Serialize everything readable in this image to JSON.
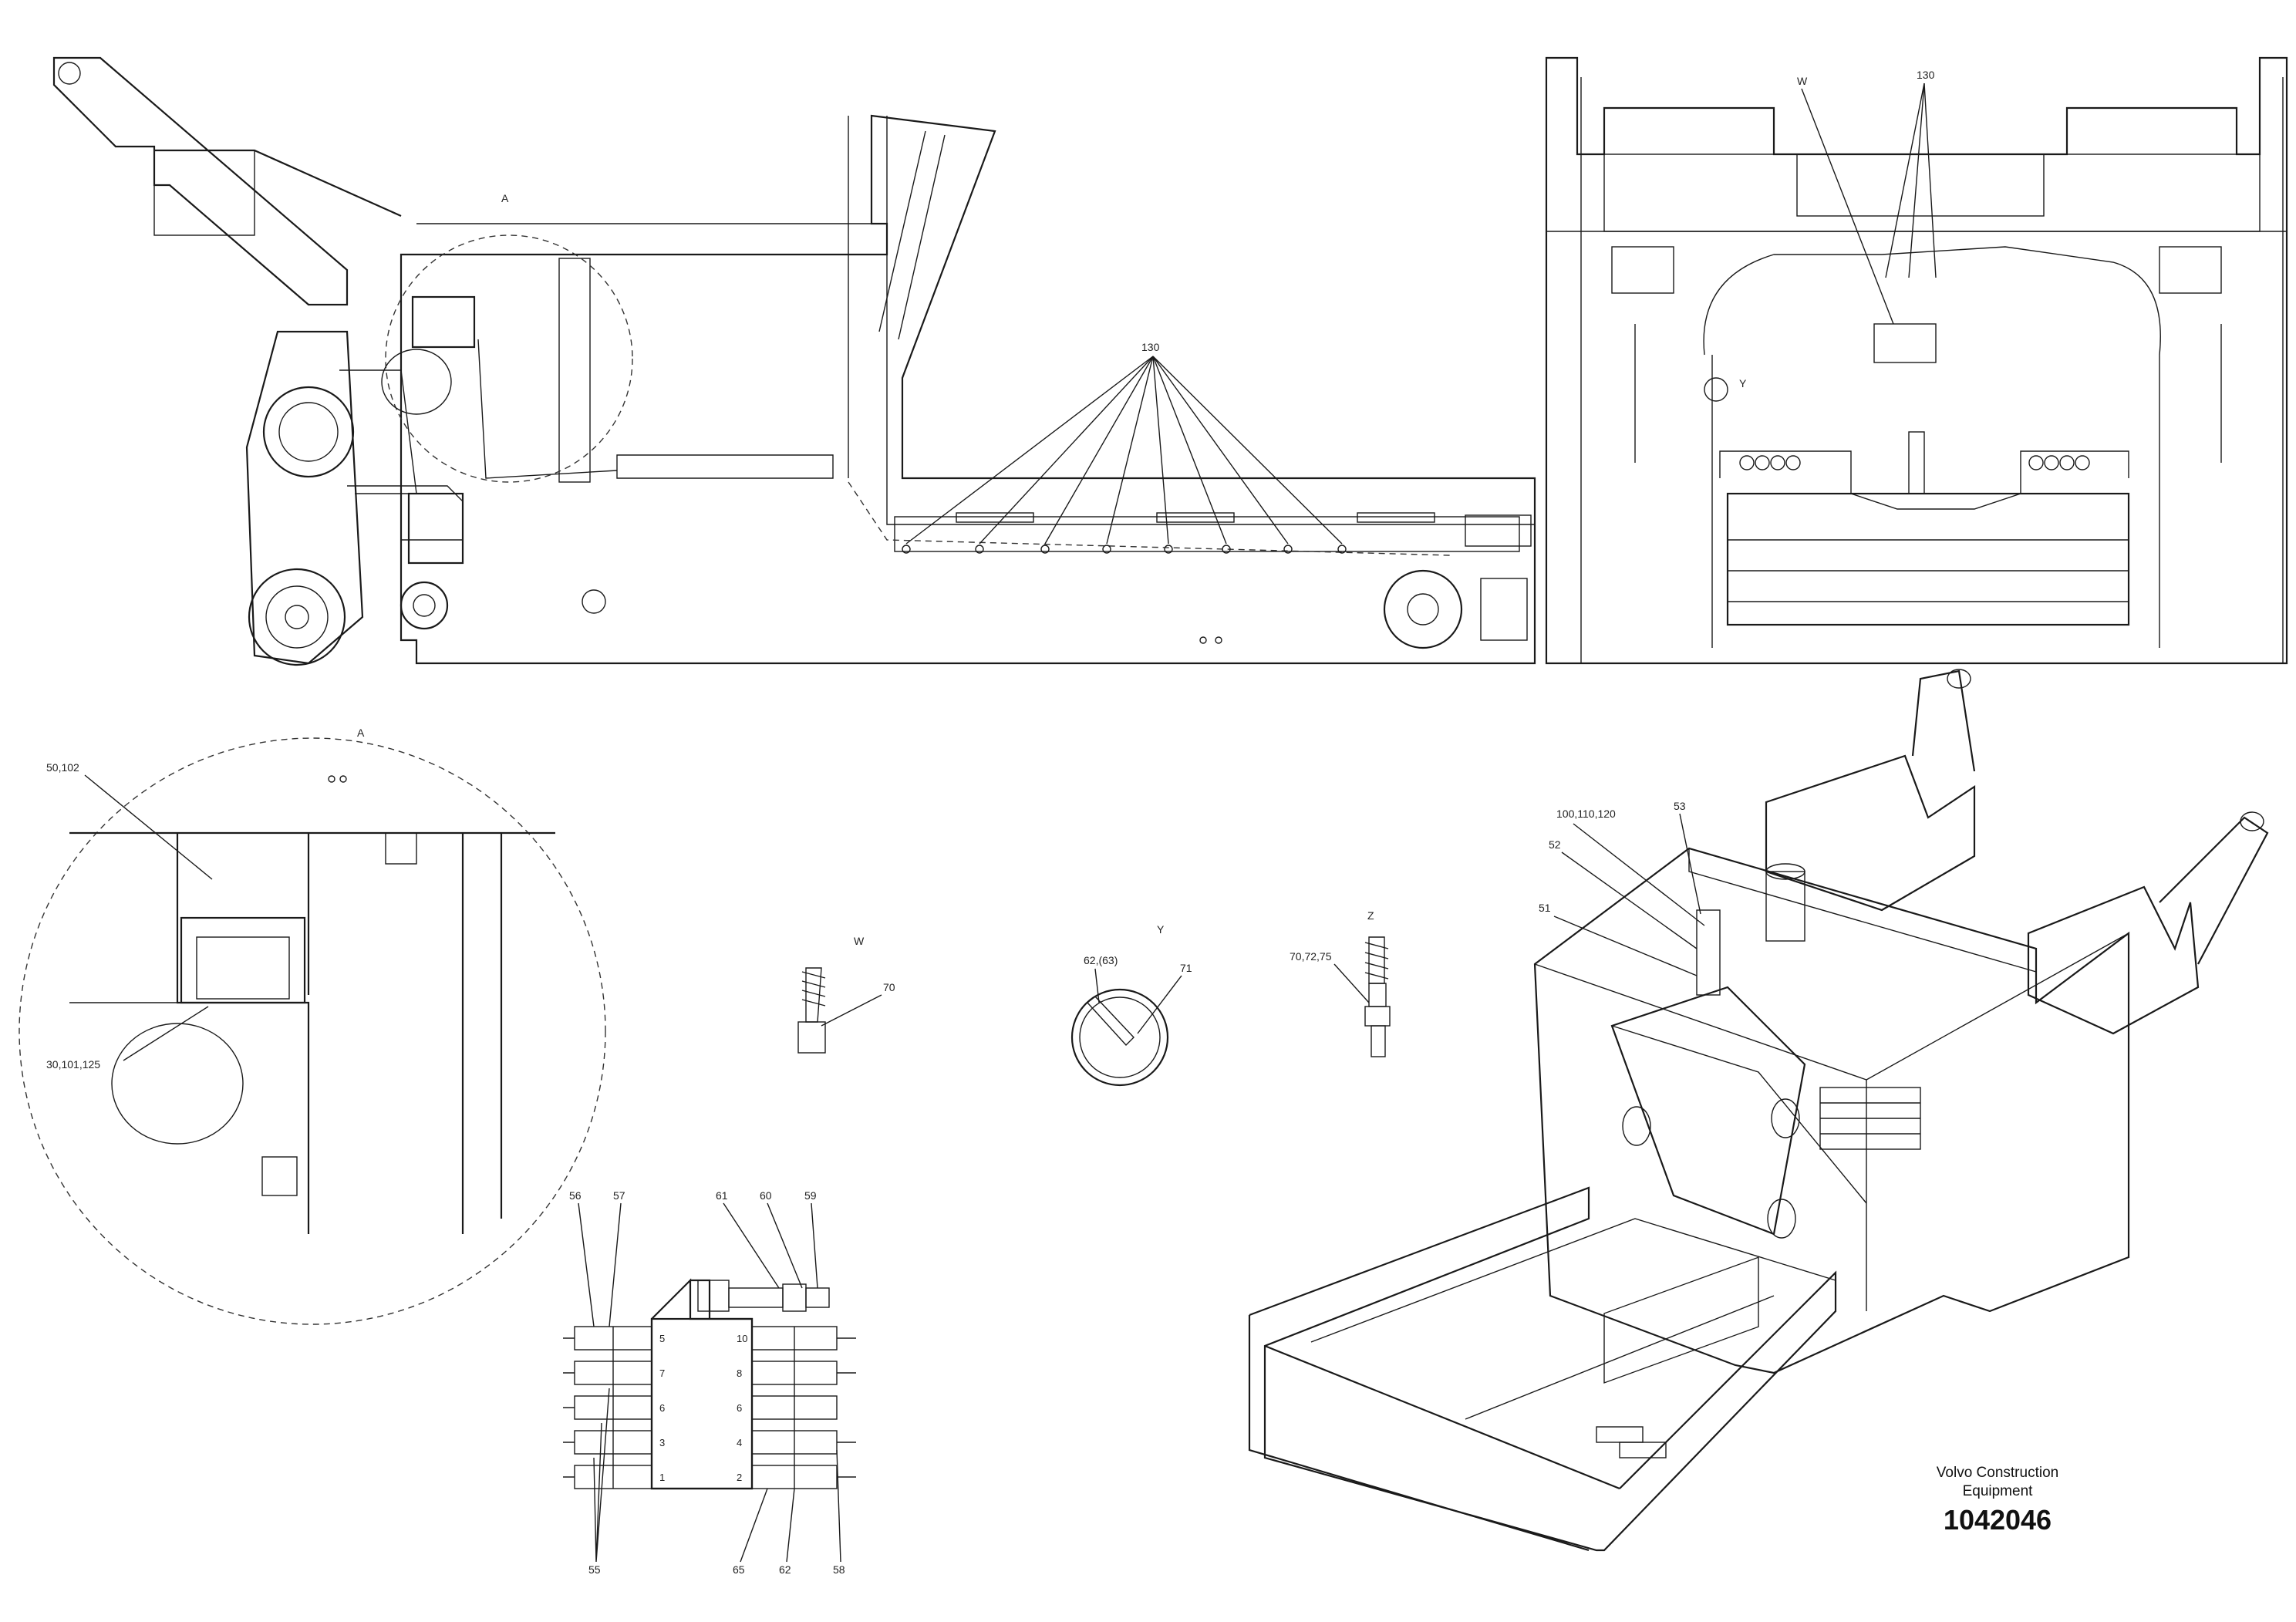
{
  "drawing": {
    "company_line1": "Volvo Construction",
    "company_line2": "Equipment",
    "part_number": "1042046"
  },
  "views": {
    "detail_a_marker": "A",
    "detail_a_title": "A",
    "view_w_title": "W",
    "view_y_title": "Y",
    "view_z_title": "Z",
    "rear_w": "W",
    "rear_y": "Y"
  },
  "callouts": {
    "side_130": "130",
    "rear_130": "130",
    "a_50_102": "50,102",
    "a_30_101_125": "30,101,125",
    "w_70": "70",
    "y_62_63": "62,(63)",
    "y_71": "71",
    "z_70_72_75": "70,72,75",
    "iso_100_110_120": "100,110,120",
    "iso_53": "53",
    "iso_52": "52",
    "iso_51": "51",
    "m_56": "56",
    "m_57": "57",
    "m_61": "61",
    "m_60": "60",
    "m_59": "59",
    "m_55": "55",
    "m_65": "65",
    "m_62": "62",
    "m_58": "58"
  },
  "manifold_ports_left": [
    "5",
    "7",
    "6",
    "3",
    "1"
  ],
  "manifold_ports_right": [
    "10",
    "8",
    "6",
    "4",
    "2"
  ]
}
